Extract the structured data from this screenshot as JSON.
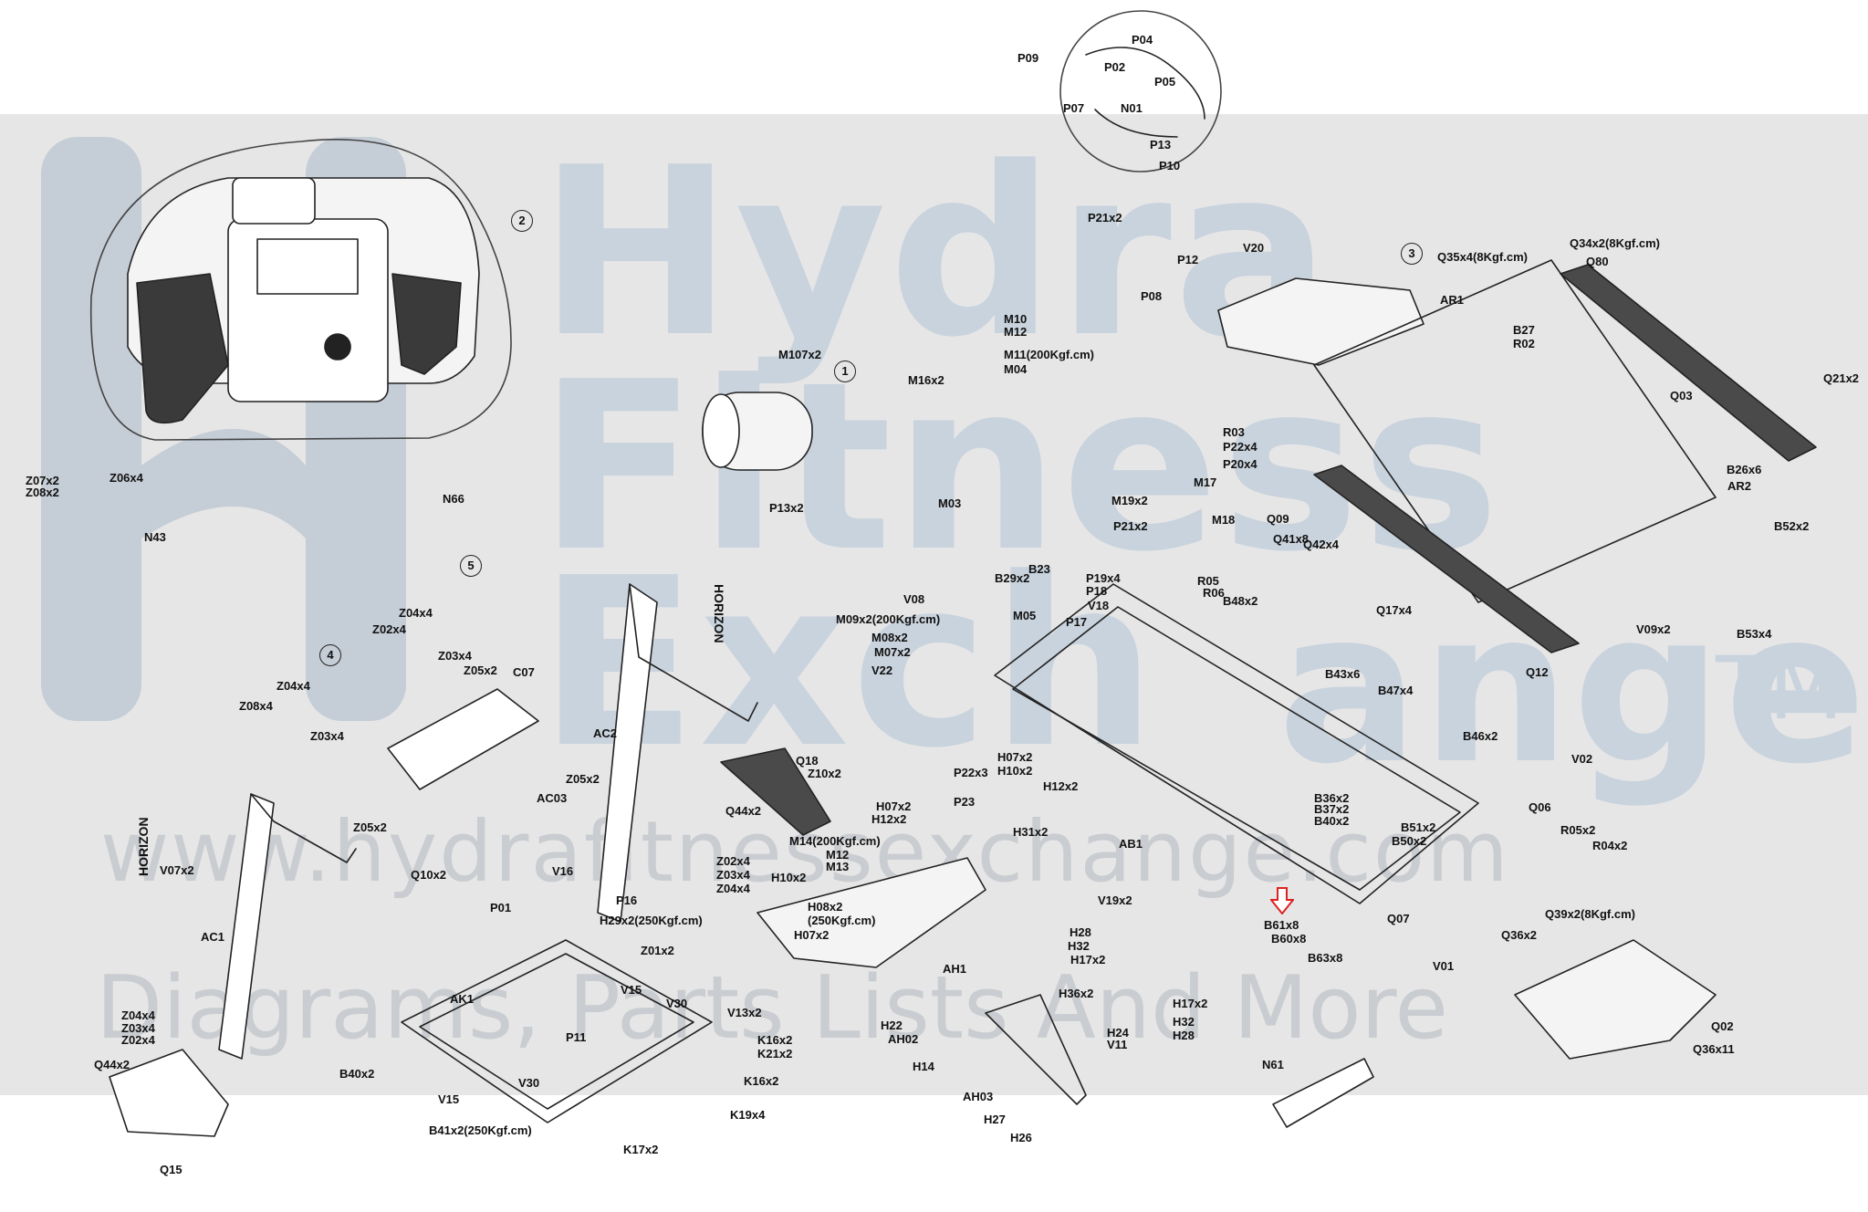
{
  "watermark": {
    "line1": "Hydra",
    "line2": "Fitness",
    "line3": "Exch",
    "line4": "ange",
    "tm": "TM",
    "url": "www.hydrafitnessexchange.com",
    "subtitle": "Diagrams, Parts Lists And More"
  },
  "brand_vertical_1": "HORIZON",
  "brand_vertical_2": "HORIZON",
  "callouts": [
    "1",
    "2",
    "3",
    "4",
    "5"
  ],
  "labels": [
    {
      "id": "P09",
      "t": "P09"
    },
    {
      "id": "P04",
      "t": "P04"
    },
    {
      "id": "P02",
      "t": "P02"
    },
    {
      "id": "P05",
      "t": "P05"
    },
    {
      "id": "P07",
      "t": "P07"
    },
    {
      "id": "N01",
      "t": "N01"
    },
    {
      "id": "P13",
      "t": "P13"
    },
    {
      "id": "P10",
      "t": "P10"
    },
    {
      "id": "P21x2a",
      "t": "P21x2"
    },
    {
      "id": "P12",
      "t": "P12"
    },
    {
      "id": "P08",
      "t": "P08"
    },
    {
      "id": "V20",
      "t": "V20"
    },
    {
      "id": "Q35x4",
      "t": "Q35x4(8Kgf.cm)"
    },
    {
      "id": "Q34x2",
      "t": "Q34x2(8Kgf.cm)"
    },
    {
      "id": "Q80",
      "t": "Q80"
    },
    {
      "id": "AR1",
      "t": "AR1"
    },
    {
      "id": "B27",
      "t": "B27"
    },
    {
      "id": "R02",
      "t": "R02"
    },
    {
      "id": "Q21x2",
      "t": "Q21x2"
    },
    {
      "id": "Q03",
      "t": "Q03"
    },
    {
      "id": "B26x6",
      "t": "B26x6"
    },
    {
      "id": "AR2",
      "t": "AR2"
    },
    {
      "id": "B52x2",
      "t": "B52x2"
    },
    {
      "id": "M10",
      "t": "M10"
    },
    {
      "id": "M12a",
      "t": "M12"
    },
    {
      "id": "M11",
      "t": "M11(200Kgf.cm)"
    },
    {
      "id": "M04",
      "t": "M04"
    },
    {
      "id": "M16x2",
      "t": "M16x2"
    },
    {
      "id": "M107x2",
      "t": "M107x2"
    },
    {
      "id": "P13x2",
      "t": "P13x2"
    },
    {
      "id": "R03",
      "t": "R03"
    },
    {
      "id": "P22x4",
      "t": "P22x4"
    },
    {
      "id": "P20x4",
      "t": "P20x4"
    },
    {
      "id": "M17",
      "t": "M17"
    },
    {
      "id": "M19x2",
      "t": "M19x2"
    },
    {
      "id": "M18",
      "t": "M18"
    },
    {
      "id": "M03",
      "t": "M03"
    },
    {
      "id": "P21x2b",
      "t": "P21x2"
    },
    {
      "id": "Q09",
      "t": "Q09"
    },
    {
      "id": "Q41x8",
      "t": "Q41x8"
    },
    {
      "id": "Q42x4",
      "t": "Q42x4"
    },
    {
      "id": "Z07x2",
      "t": "Z07x2"
    },
    {
      "id": "Z08x2",
      "t": "Z08x2"
    },
    {
      "id": "Z06x4",
      "t": "Z06x4"
    },
    {
      "id": "N66",
      "t": "N66"
    },
    {
      "id": "N43",
      "t": "N43"
    },
    {
      "id": "Z04x4a",
      "t": "Z04x4"
    },
    {
      "id": "Z02x4a",
      "t": "Z02x4"
    },
    {
      "id": "Z03x4a",
      "t": "Z03x4"
    },
    {
      "id": "Z05x2a",
      "t": "Z05x2"
    },
    {
      "id": "C07",
      "t": "C07"
    },
    {
      "id": "Z04x4b",
      "t": "Z04x4"
    },
    {
      "id": "Z08x4",
      "t": "Z08x4"
    },
    {
      "id": "Z03x4b",
      "t": "Z03x4"
    },
    {
      "id": "Z05x2b",
      "t": "Z05x2"
    },
    {
      "id": "AC03",
      "t": "AC03"
    },
    {
      "id": "Z05x2c",
      "t": "Z05x2"
    },
    {
      "id": "V08",
      "t": "V08"
    },
    {
      "id": "B23",
      "t": "B23"
    },
    {
      "id": "B29x2",
      "t": "B29x2"
    },
    {
      "id": "P19x4",
      "t": "P19x4"
    },
    {
      "id": "P18",
      "t": "P18"
    },
    {
      "id": "V18",
      "t": "V18"
    },
    {
      "id": "R05",
      "t": "R05"
    },
    {
      "id": "R06",
      "t": "R06"
    },
    {
      "id": "B48x2",
      "t": "B48x2"
    },
    {
      "id": "P17",
      "t": "P17"
    },
    {
      "id": "M09x2",
      "t": "M09x2(200Kgf.cm)"
    },
    {
      "id": "M05",
      "t": "M05"
    },
    {
      "id": "M08x2",
      "t": "M08x2"
    },
    {
      "id": "M07x2",
      "t": "M07x2"
    },
    {
      "id": "V22",
      "t": "V22"
    },
    {
      "id": "Q17x4",
      "t": "Q17x4"
    },
    {
      "id": "Q12",
      "t": "Q12"
    },
    {
      "id": "V09x2",
      "t": "V09x2"
    },
    {
      "id": "B53x4",
      "t": "B53x4"
    },
    {
      "id": "B43x6",
      "t": "B43x6"
    },
    {
      "id": "B47x4",
      "t": "B47x4"
    },
    {
      "id": "B46x2",
      "t": "B46x2"
    },
    {
      "id": "V02",
      "t": "V02"
    },
    {
      "id": "AC2",
      "t": "AC2"
    },
    {
      "id": "Q18",
      "t": "Q18"
    },
    {
      "id": "Z10x2",
      "t": "Z10x2"
    },
    {
      "id": "P22x3",
      "t": "P22x3"
    },
    {
      "id": "H07x2a",
      "t": "H07x2"
    },
    {
      "id": "H10x2a",
      "t": "H10x2"
    },
    {
      "id": "H12x2a",
      "t": "H12x2"
    },
    {
      "id": "P23",
      "t": "P23"
    },
    {
      "id": "H07x2b",
      "t": "H07x2"
    },
    {
      "id": "H12x2b",
      "t": "H12x2"
    },
    {
      "id": "H31x2",
      "t": "H31x2"
    },
    {
      "id": "AB1",
      "t": "AB1"
    },
    {
      "id": "B36x2",
      "t": "B36x2"
    },
    {
      "id": "B37x2",
      "t": "B37x2"
    },
    {
      "id": "B40x2",
      "t": "B40x2"
    },
    {
      "id": "B51x2",
      "t": "B51x2"
    },
    {
      "id": "B50x2",
      "t": "B50x2"
    },
    {
      "id": "Q06",
      "t": "Q06"
    },
    {
      "id": "R05x2",
      "t": "R05x2"
    },
    {
      "id": "R04x2",
      "t": "R04x2"
    },
    {
      "id": "Q44x2a",
      "t": "Q44x2"
    },
    {
      "id": "Z02x4b",
      "t": "Z02x4"
    },
    {
      "id": "Z03x4c",
      "t": "Z03x4"
    },
    {
      "id": "Z04x4c",
      "t": "Z04x4"
    },
    {
      "id": "M14",
      "t": "M14(200Kgf.cm)"
    },
    {
      "id": "M12b",
      "t": "M12"
    },
    {
      "id": "M13",
      "t": "M13"
    },
    {
      "id": "V07x2",
      "t": "V07x2"
    },
    {
      "id": "Q10x2",
      "t": "Q10x2"
    },
    {
      "id": "AC1",
      "t": "AC1"
    },
    {
      "id": "V16",
      "t": "V16"
    },
    {
      "id": "P01",
      "t": "P01"
    },
    {
      "id": "P16",
      "t": "P16"
    },
    {
      "id": "H10x2b",
      "t": "H10x2"
    },
    {
      "id": "H08x2",
      "t": "H08x2"
    },
    {
      "id": "H08note",
      "t": "(250Kgf.cm)"
    },
    {
      "id": "H07x2c",
      "t": "H07x2"
    },
    {
      "id": "V19x2",
      "t": "V19x2"
    },
    {
      "id": "B61x8",
      "t": "B61x8"
    },
    {
      "id": "B60x8",
      "t": "B60x8"
    },
    {
      "id": "B63x8",
      "t": "B63x8"
    },
    {
      "id": "Q07",
      "t": "Q07"
    },
    {
      "id": "Q36x2",
      "t": "Q36x2"
    },
    {
      "id": "Q39x2",
      "t": "Q39x2(8Kgf.cm)"
    },
    {
      "id": "V01",
      "t": "V01"
    },
    {
      "id": "H29x2",
      "t": "H29x2(250Kgf.cm)"
    },
    {
      "id": "Z01x2",
      "t": "Z01x2"
    },
    {
      "id": "V15a",
      "t": "V15"
    },
    {
      "id": "V30a",
      "t": "V30"
    },
    {
      "id": "V13x2",
      "t": "V13x2"
    },
    {
      "id": "AH1",
      "t": "AH1"
    },
    {
      "id": "H28a",
      "t": "H28"
    },
    {
      "id": "H32a",
      "t": "H32"
    },
    {
      "id": "H17x2a",
      "t": "H17x2"
    },
    {
      "id": "AK1",
      "t": "AK1"
    },
    {
      "id": "P11",
      "t": "P11"
    },
    {
      "id": "H36x2",
      "t": "H36x2"
    },
    {
      "id": "H17x2b",
      "t": "H17x2"
    },
    {
      "id": "H32b",
      "t": "H32"
    },
    {
      "id": "H28b",
      "t": "H28"
    },
    {
      "id": "H22",
      "t": "H22"
    },
    {
      "id": "AH02",
      "t": "AH02"
    },
    {
      "id": "H24",
      "t": "H24"
    },
    {
      "id": "V11",
      "t": "V11"
    },
    {
      "id": "H14",
      "t": "H14"
    },
    {
      "id": "Q02",
      "t": "Q02"
    },
    {
      "id": "Q36x11",
      "t": "Q36x11"
    },
    {
      "id": "Z04x4d",
      "t": "Z04x4"
    },
    {
      "id": "Z03x4d",
      "t": "Z03x4"
    },
    {
      "id": "Z02x4c",
      "t": "Z02x4"
    },
    {
      "id": "Q44x2b",
      "t": "Q44x2"
    },
    {
      "id": "K16x2a",
      "t": "K16x2"
    },
    {
      "id": "K21x2",
      "t": "K21x2"
    },
    {
      "id": "K16x2b",
      "t": "K16x2"
    },
    {
      "id": "B40x2b",
      "t": "B40x2"
    },
    {
      "id": "V15b",
      "t": "V15"
    },
    {
      "id": "V30b",
      "t": "V30"
    },
    {
      "id": "K19x4",
      "t": "K19x4"
    },
    {
      "id": "AH03",
      "t": "AH03"
    },
    {
      "id": "N61",
      "t": "N61"
    },
    {
      "id": "Q15",
      "t": "Q15"
    },
    {
      "id": "B41x2",
      "t": "B41x2(250Kgf.cm)"
    },
    {
      "id": "K17x2",
      "t": "K17x2"
    },
    {
      "id": "H27",
      "t": "H27"
    },
    {
      "id": "H26",
      "t": "H26"
    }
  ]
}
